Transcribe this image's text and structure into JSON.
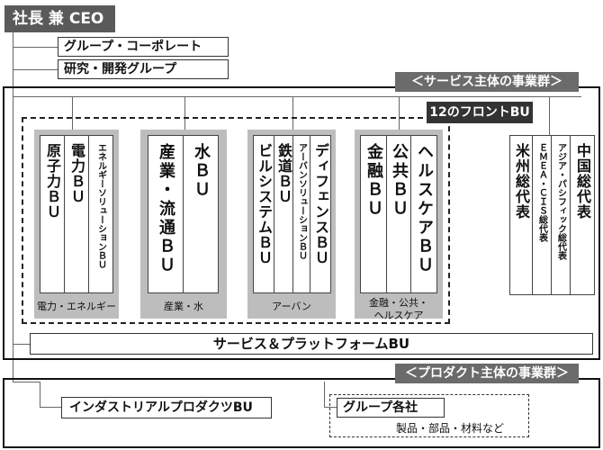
{
  "ceo": "社長 兼 CEO",
  "top_units": [
    "グループ・コーポレート",
    "研究・開発グループ"
  ],
  "service_group": {
    "tag": "＜サービス主体の事業群＞",
    "front_tag": "12のフロントBU",
    "groups": [
      {
        "label": "電力・エネルギー",
        "units": [
          "原子力ＢＵ",
          "電力ＢＵ",
          "エネルギーソリューションＢＵ"
        ]
      },
      {
        "label": "産業・水",
        "units": [
          "産業・流通ＢＵ",
          "水ＢＵ"
        ]
      },
      {
        "label": "アーバン",
        "units": [
          "ビルシステムＢＵ",
          "鉄道ＢＵ",
          "アーバンソリューションＢＵ",
          "ディフェンスＢＵ"
        ]
      },
      {
        "label": "金融・公共・ヘルスケア",
        "units": [
          "金融ＢＵ",
          "公共ＢＵ",
          "ヘルスケアＢＵ"
        ]
      }
    ],
    "regions": [
      "米州総代表",
      "ＥＭＥＡ・ＣＩＳ総代表",
      "アジア・パシフィック総代表",
      "中国総代表"
    ],
    "platform": "サービス＆プラットフォームBU"
  },
  "product_group": {
    "tag": "＜プロダクト主体の事業群＞",
    "industrial": "インダストリアルプロダクツBU",
    "companies": "グループ各社",
    "companies_note": "製品・部品・材料など"
  }
}
